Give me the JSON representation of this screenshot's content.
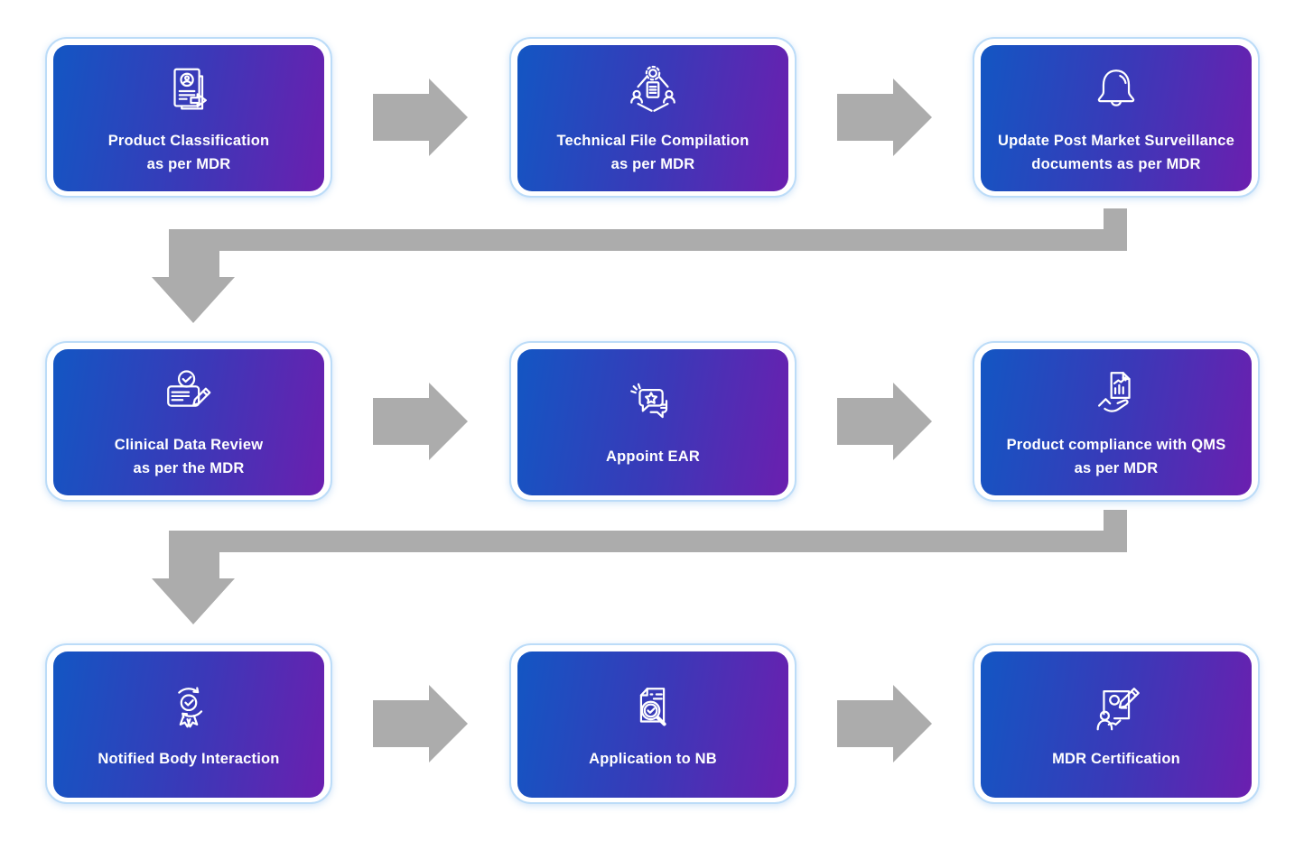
{
  "diagram": {
    "type": "process-flow",
    "rows": 3,
    "columns": 3,
    "flow_order": "left-to-right, wrapping to next row"
  },
  "steps": [
    {
      "id": 1,
      "label": "Product Classification\nas per MDR",
      "icon": "document-user-arrow-icon"
    },
    {
      "id": 2,
      "label": "Technical File Compilation\nas per MDR",
      "icon": "team-gear-document-icon"
    },
    {
      "id": 3,
      "label": "Update Post Market Surveillance\ndocuments as per MDR",
      "icon": "bell-icon"
    },
    {
      "id": 4,
      "label": "Clinical Data Review\nas per the MDR",
      "icon": "document-check-pencil-icon"
    },
    {
      "id": 5,
      "label": "Appoint EAR",
      "icon": "chat-star-icon"
    },
    {
      "id": 6,
      "label": "Product compliance with QMS\nas per MDR",
      "icon": "hand-chart-document-icon"
    },
    {
      "id": 7,
      "label": "Notified Body Interaction",
      "icon": "award-check-ribbon-icon"
    },
    {
      "id": 8,
      "label": "Application to NB",
      "icon": "document-magnifier-check-icon"
    },
    {
      "id": 9,
      "label": "MDR Certification",
      "icon": "person-board-pencil-icon"
    }
  ],
  "connectors": [
    {
      "from": 1,
      "to": 2,
      "type": "block-arrow-right"
    },
    {
      "from": 2,
      "to": 3,
      "type": "block-arrow-right"
    },
    {
      "from": 3,
      "to": 4,
      "type": "wrap-down-left-arrow"
    },
    {
      "from": 4,
      "to": 5,
      "type": "block-arrow-right"
    },
    {
      "from": 5,
      "to": 6,
      "type": "block-arrow-right"
    },
    {
      "from": 6,
      "to": 7,
      "type": "wrap-down-left-arrow"
    },
    {
      "from": 7,
      "to": 8,
      "type": "block-arrow-right"
    },
    {
      "from": 8,
      "to": 9,
      "type": "block-arrow-right"
    }
  ],
  "colors": {
    "card_gradient_start": "#1356C3",
    "card_gradient_mid": "#3A39B8",
    "card_gradient_end": "#6B1FAF",
    "card_border": "#BCDCF8",
    "card_background": "#FFFFFF",
    "arrow": "#ACACAC",
    "label_text": "#FFFFFF",
    "icon_stroke": "#FFFFFF",
    "page_background": "#FFFFFF"
  }
}
